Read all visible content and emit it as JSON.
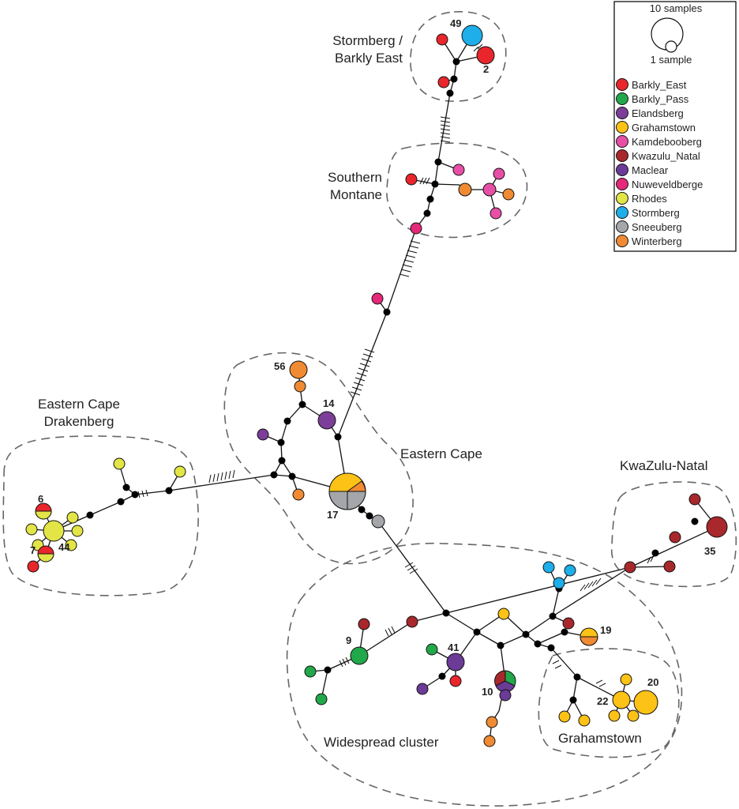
{
  "legend": {
    "size_key": {
      "large": "10 samples",
      "small": "1 sample"
    },
    "populations": [
      {
        "name": "Barkly_East",
        "color": "#e8262b"
      },
      {
        "name": "Barkly_Pass",
        "color": "#21a84a"
      },
      {
        "name": "Elandsberg",
        "color": "#7c3e98"
      },
      {
        "name": "Grahamstown",
        "color": "#fcc216"
      },
      {
        "name": "Kamdebooberg",
        "color": "#e74fa6"
      },
      {
        "name": "Kwazulu_Natal",
        "color": "#a8282c"
      },
      {
        "name": "Maclear",
        "color": "#6b3b97"
      },
      {
        "name": "Nuweveldberge",
        "color": "#e5287a"
      },
      {
        "name": "Rhodes",
        "color": "#e2e545"
      },
      {
        "name": "Stormberg",
        "color": "#1eaee9"
      },
      {
        "name": "Sneeuberg",
        "color": "#a4a6a9"
      },
      {
        "name": "Winterberg",
        "color": "#f08a33"
      }
    ]
  },
  "clusters": {
    "stormberg": "Stormberg /\nBarkly East",
    "southern_montane": "Southern\nMontane",
    "eastern_cape_drakenberg": "Eastern Cape\nDrakenberg",
    "eastern_cape": "Eastern Cape",
    "kwazulu_natal": "KwaZulu-Natal",
    "widespread": "Widespread cluster",
    "grahamstown": "Grahamstown"
  },
  "haplotype_labels": {
    "h49": "49",
    "h2": "2",
    "h56": "56",
    "h14": "14",
    "h17": "17",
    "h6": "6",
    "h44": "44",
    "h7": "7",
    "h35": "35",
    "h9": "9",
    "h41": "41",
    "h10": "10",
    "h19": "19",
    "h20": "20",
    "h22": "22"
  }
}
